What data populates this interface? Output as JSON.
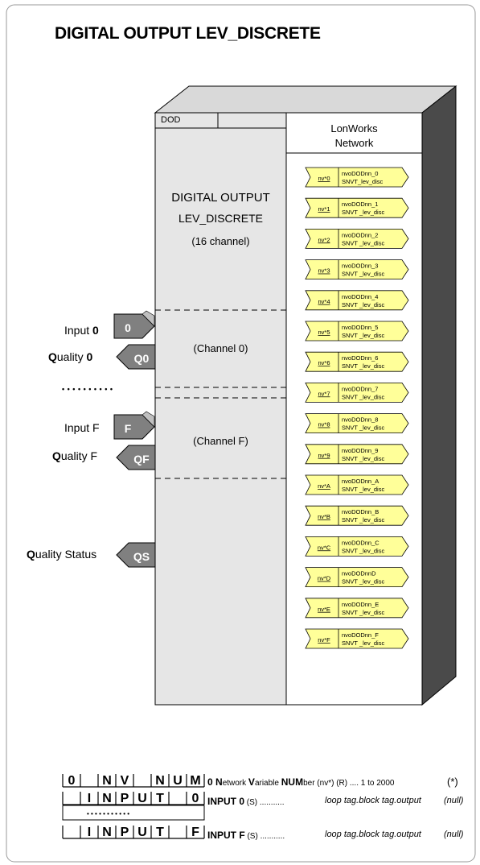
{
  "title": "DIGITAL OUTPUT LEV_DISCRETE",
  "block": {
    "tag": "DOD",
    "name_line1": "DIGITAL OUTPUT",
    "name_line2": "LEV_DISCRETE",
    "channels_note": "(16 channel)",
    "channel0_label": "(Channel 0)",
    "channelF_label": "(Channel F)"
  },
  "network": {
    "line1": "LonWorks",
    "line2": "Network",
    "outputs": [
      {
        "nv": "nv*0",
        "name": "nvoDODnn_0",
        "type": "SNVT_lev_disc"
      },
      {
        "nv": "nv*1",
        "name": "nvoDODnn_1",
        "type": "SNVT _lev_disc"
      },
      {
        "nv": "nv*2",
        "name": "nvoDODnn_2",
        "type": "SNVT _lev_disc"
      },
      {
        "nv": "nv*3",
        "name": "nvoDODnn_3",
        "type": "SNVT _lev_disc"
      },
      {
        "nv": "nv*4",
        "name": "nvoDODnn_4",
        "type": "SNVT _lev_disc"
      },
      {
        "nv": "nv*5",
        "name": "nvoDODnn_5",
        "type": "SNVT _lev_disc"
      },
      {
        "nv": "nv*6",
        "name": "nvoDODnn_6",
        "type": "SNVT _lev_disc"
      },
      {
        "nv": "nv*7",
        "name": "nvoDODnn_7",
        "type": "SNVT _lev_disc"
      },
      {
        "nv": "nv*8",
        "name": "nvoDODnn_8",
        "type": "SNVT _lev_disc"
      },
      {
        "nv": "nv*9",
        "name": "nvoDODnn_9",
        "type": "SNVT _lev_disc"
      },
      {
        "nv": "nv*A",
        "name": "nvoDODnn_A",
        "type": "SNVT _lev_disc"
      },
      {
        "nv": "nv*B",
        "name": "nvoDODnn_B",
        "type": "SNVT _lev_disc"
      },
      {
        "nv": "nv*C",
        "name": "nvoDODnn_C",
        "type": "SNVT _lev_disc"
      },
      {
        "nv": "nv*D",
        "name": "nvoDODnnD",
        "type": "SNVT _lev_disc"
      },
      {
        "nv": "nv*E",
        "name": "nvoDODnn_E",
        "type": "SNVT _lev_disc"
      },
      {
        "nv": "nv*F",
        "name": "nvoDODnn_F",
        "type": "SNVT _lev_disc"
      }
    ]
  },
  "ports": {
    "input0_pre": "Input ",
    "input0_bold": "0",
    "input0_tab": "0",
    "quality0_bold": "Q",
    "quality0_rest": "uality ",
    "quality0_num": "0",
    "quality0_tab": "Q0",
    "dots": "• • • • • • • • • •",
    "inputF_text": "Input F",
    "inputF_tab": "F",
    "qualityF_bold": "Q",
    "qualityF_rest": "uality F",
    "qualityF_tab": "QF",
    "qstatus_bold": "Q",
    "qstatus_rest": "uality Status",
    "qstatus_tab": "QS"
  },
  "params": {
    "grid_row1": [
      "0",
      "",
      "N",
      "V",
      "",
      "N",
      "U",
      "M"
    ],
    "grid_row2": [
      "",
      "I",
      "N",
      "P",
      "U",
      "T",
      "",
      "0"
    ],
    "grid_dots": "• • • • • • • • • • •",
    "grid_row4": [
      "",
      "I",
      "N",
      "P",
      "U",
      "T",
      "",
      "F"
    ],
    "row1": {
      "lead": "0 ",
      "b1": "N",
      "r1": "etwork ",
      "b2": "V",
      "r2": "ariable ",
      "b3": "NUM",
      "r3": "ber (nv*) (R) .... 1 to 2000",
      "tail": "(*)"
    },
    "row2": {
      "name": "INPUT 0",
      "mode": " (S) ",
      "dots": "...........",
      "desc": "loop tag.block tag.output",
      "default": "(null)"
    },
    "row4": {
      "name": "INPUT F",
      "mode": " (S) ",
      "dots": "...........",
      "desc": "loop tag.block tag.output",
      "default": "(null)"
    }
  },
  "colors": {
    "block_fill": "#e6e6e6",
    "side_fill": "#4a4a4a",
    "top_fill": "#d9d9d9",
    "nv_tag_fill": "#ffff99",
    "port_fill": "#808080"
  }
}
